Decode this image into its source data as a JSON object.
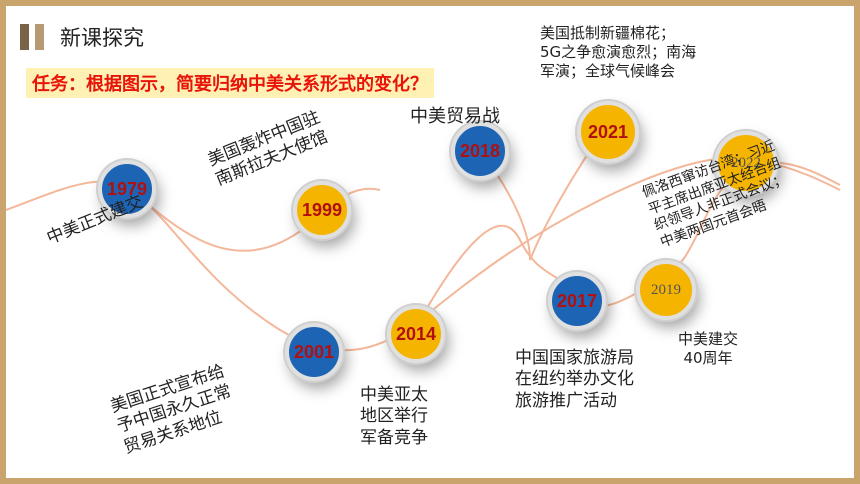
{
  "header": {
    "title": "新课探究",
    "task": "任务：根据图示，简要归纳中美关系形式的变化？"
  },
  "nodes": [
    {
      "year": "1979",
      "label": "中美正式建交"
    },
    {
      "year": "1999",
      "label": "美国轰炸中国驻\n南斯拉夫大使馆"
    },
    {
      "year": "2001",
      "label": "美国正式宣布给\n予中国永久正常\n贸易关系地位"
    },
    {
      "year": "2014",
      "label": "中美亚太\n地区举行\n军备竞争"
    },
    {
      "year": "2017",
      "label": "中国国家旅游局\n在纽约举办文化\n旅游推广活动"
    },
    {
      "year": "2018",
      "label": "中美贸易战"
    },
    {
      "year": "2019",
      "label": "中美建交\n40周年"
    },
    {
      "year": "2021",
      "label": "美国抵制新疆棉花；\n5G之争愈演愈烈；南海\n军演；全球气候峰会"
    },
    {
      "year": "2022",
      "label": "佩洛西窜访台湾；习近\n平主席出席亚太经合组\n织领导人非正式会议；\n中美两国元首会晤"
    }
  ],
  "colors": {
    "frame": "#c9a46d",
    "blue": "#1e64b4",
    "yellow": "#f5b400",
    "year_text": "#b01010",
    "task_text": "#e8140a",
    "task_bg": "#fff1b3"
  }
}
